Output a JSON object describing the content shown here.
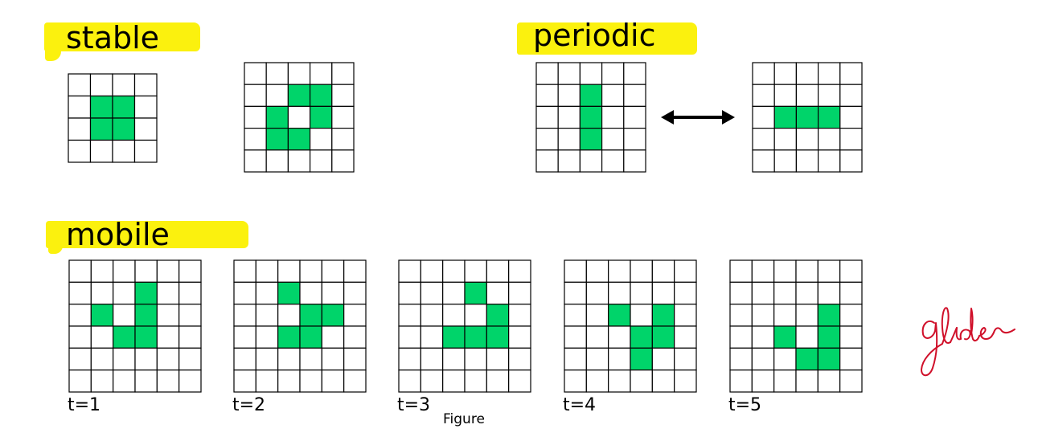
{
  "headings": {
    "stable": "stable",
    "periodic": "periodic",
    "mobile": "mobile"
  },
  "colors": {
    "cell_alive": "#00d46a",
    "highlight": "#fbf10e",
    "grid_line": "#000000",
    "handwriting": "#d0102a"
  },
  "stable": [
    {
      "rows": 4,
      "cols": 4,
      "alive": [
        [
          1,
          1
        ],
        [
          1,
          2
        ],
        [
          2,
          1
        ],
        [
          2,
          2
        ]
      ]
    },
    {
      "rows": 5,
      "cols": 5,
      "alive": [
        [
          1,
          2
        ],
        [
          1,
          3
        ],
        [
          2,
          1
        ],
        [
          2,
          3
        ],
        [
          3,
          1
        ],
        [
          3,
          2
        ]
      ]
    }
  ],
  "periodic": [
    {
      "rows": 5,
      "cols": 5,
      "alive": [
        [
          1,
          2
        ],
        [
          2,
          2
        ],
        [
          3,
          2
        ]
      ]
    },
    {
      "rows": 5,
      "cols": 5,
      "alive": [
        [
          2,
          1
        ],
        [
          2,
          2
        ],
        [
          2,
          3
        ]
      ]
    }
  ],
  "periodic_arrow_icon": "double-headed-arrow-icon",
  "mobile": [
    {
      "label": "t=1",
      "rows": 6,
      "cols": 6,
      "alive": [
        [
          1,
          3
        ],
        [
          2,
          1
        ],
        [
          2,
          3
        ],
        [
          3,
          2
        ],
        [
          3,
          3
        ]
      ]
    },
    {
      "label": "t=2",
      "rows": 6,
      "cols": 6,
      "alive": [
        [
          1,
          2
        ],
        [
          2,
          3
        ],
        [
          2,
          4
        ],
        [
          3,
          2
        ],
        [
          3,
          3
        ]
      ]
    },
    {
      "label": "t=3",
      "rows": 6,
      "cols": 6,
      "alive": [
        [
          1,
          3
        ],
        [
          2,
          4
        ],
        [
          3,
          2
        ],
        [
          3,
          3
        ],
        [
          3,
          4
        ]
      ]
    },
    {
      "label": "t=4",
      "rows": 6,
      "cols": 6,
      "alive": [
        [
          2,
          2
        ],
        [
          2,
          4
        ],
        [
          3,
          3
        ],
        [
          3,
          4
        ],
        [
          4,
          3
        ]
      ]
    },
    {
      "label": "t=5",
      "rows": 6,
      "cols": 6,
      "alive": [
        [
          2,
          4
        ],
        [
          3,
          2
        ],
        [
          3,
          4
        ],
        [
          4,
          3
        ],
        [
          4,
          4
        ]
      ]
    }
  ],
  "annotation": "glider",
  "caption": "Figure"
}
